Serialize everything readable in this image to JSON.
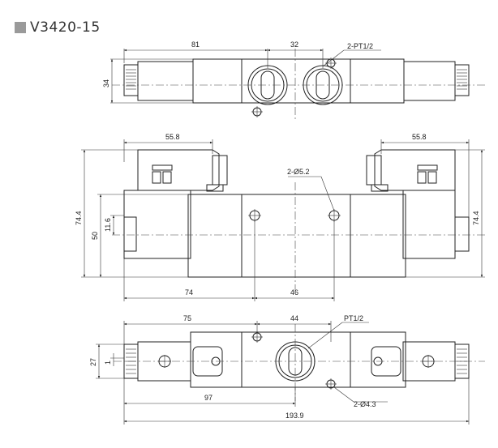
{
  "title": "V3420-15",
  "top_view": {
    "dim_width": "81",
    "dim_port_spacing": "32",
    "dim_height": "34",
    "port_label": "2-PT1/2"
  },
  "front_view": {
    "dim_coil_left": "55.8",
    "dim_coil_right": "55.8",
    "dim_height_left": "74.4",
    "dim_height_right": "74.4",
    "dim_body_height": "50",
    "dim_offset": "11.6",
    "dim_hole_left": "74",
    "dim_hole_spacing": "46",
    "hole_label": "2-Ø5.2"
  },
  "bottom_view": {
    "dim_left": "75",
    "dim_port_spacing": "44",
    "dim_height": "27",
    "dim_small": "1",
    "dim_center": "97",
    "dim_total": "193.9",
    "port_label": "PT1/2",
    "hole_label": "2-Ø4.3"
  }
}
